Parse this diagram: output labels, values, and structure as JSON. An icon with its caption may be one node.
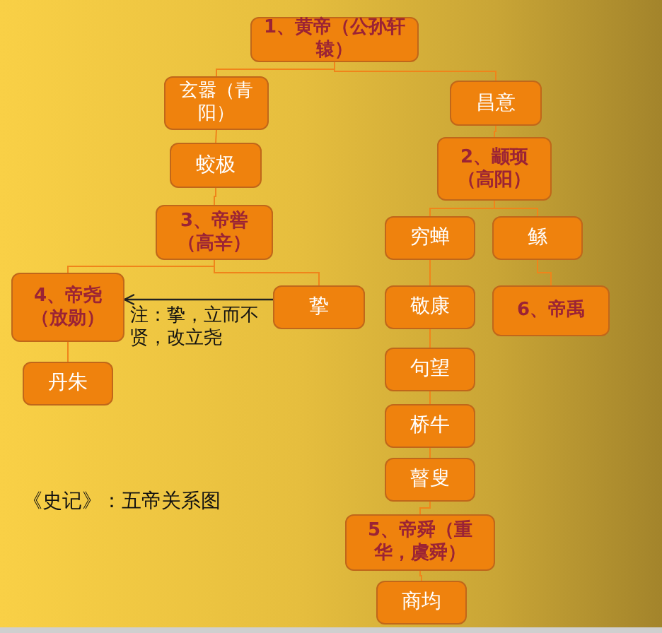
{
  "diagram": {
    "caption": "《史记》：五帝关系图",
    "nodes": [
      {
        "text": [
          "1、黄帝（公孙轩辕）"
        ]
      },
      {
        "text": [
          "玄嚣（青阳）"
        ]
      },
      {
        "text": [
          "昌意"
        ]
      },
      {
        "text": [
          "蛟极"
        ]
      },
      {
        "text": [
          "2、颛顼（高阳）"
        ]
      },
      {
        "text": [
          "3、帝喾（高辛）"
        ]
      },
      {
        "text": [
          "穷蝉"
        ]
      },
      {
        "text": [
          "鲧"
        ]
      },
      {
        "text": [
          "4、帝尧（放勋）"
        ]
      },
      {
        "text": [
          "挚"
        ]
      },
      {
        "text": [
          "敬康"
        ]
      },
      {
        "text": [
          "6、帝禹"
        ]
      },
      {
        "text": [
          "丹朱"
        ]
      },
      {
        "text": [
          "句望"
        ]
      },
      {
        "text": [
          "桥牛"
        ]
      },
      {
        "text": [
          "瞽叟"
        ]
      },
      {
        "text": [
          "5、帝舜（重华，虞舜）"
        ]
      },
      {
        "text": [
          "商均"
        ]
      }
    ],
    "edges": [
      {
        "from": 0,
        "to": 1,
        "arrow": "none"
      },
      {
        "from": 0,
        "to": 2,
        "arrow": "none"
      },
      {
        "from": 1,
        "to": 3,
        "arrow": "none"
      },
      {
        "from": 3,
        "to": 5,
        "arrow": "none"
      },
      {
        "from": 2,
        "to": 4,
        "arrow": "none"
      },
      {
        "from": 5,
        "to": 8,
        "arrow": "none"
      },
      {
        "from": 5,
        "to": 9,
        "arrow": "none"
      },
      {
        "from": 9,
        "to": 8,
        "arrow": "to",
        "label": "注：挚，立而不贤，改立尧",
        "color": "#222222"
      },
      {
        "from": 4,
        "to": 6,
        "arrow": "none"
      },
      {
        "from": 4,
        "to": 7,
        "arrow": "none"
      },
      {
        "from": 6,
        "to": 10,
        "arrow": "none"
      },
      {
        "from": 7,
        "to": 11,
        "arrow": "none"
      },
      {
        "from": 8,
        "to": 12,
        "arrow": "none"
      },
      {
        "from": 10,
        "to": 13,
        "arrow": "none"
      },
      {
        "from": 13,
        "to": 14,
        "arrow": "none"
      },
      {
        "from": 14,
        "to": 15,
        "arrow": "none"
      },
      {
        "from": 15,
        "to": 16,
        "arrow": "none"
      },
      {
        "from": 16,
        "to": 17,
        "arrow": "none"
      }
    ]
  }
}
